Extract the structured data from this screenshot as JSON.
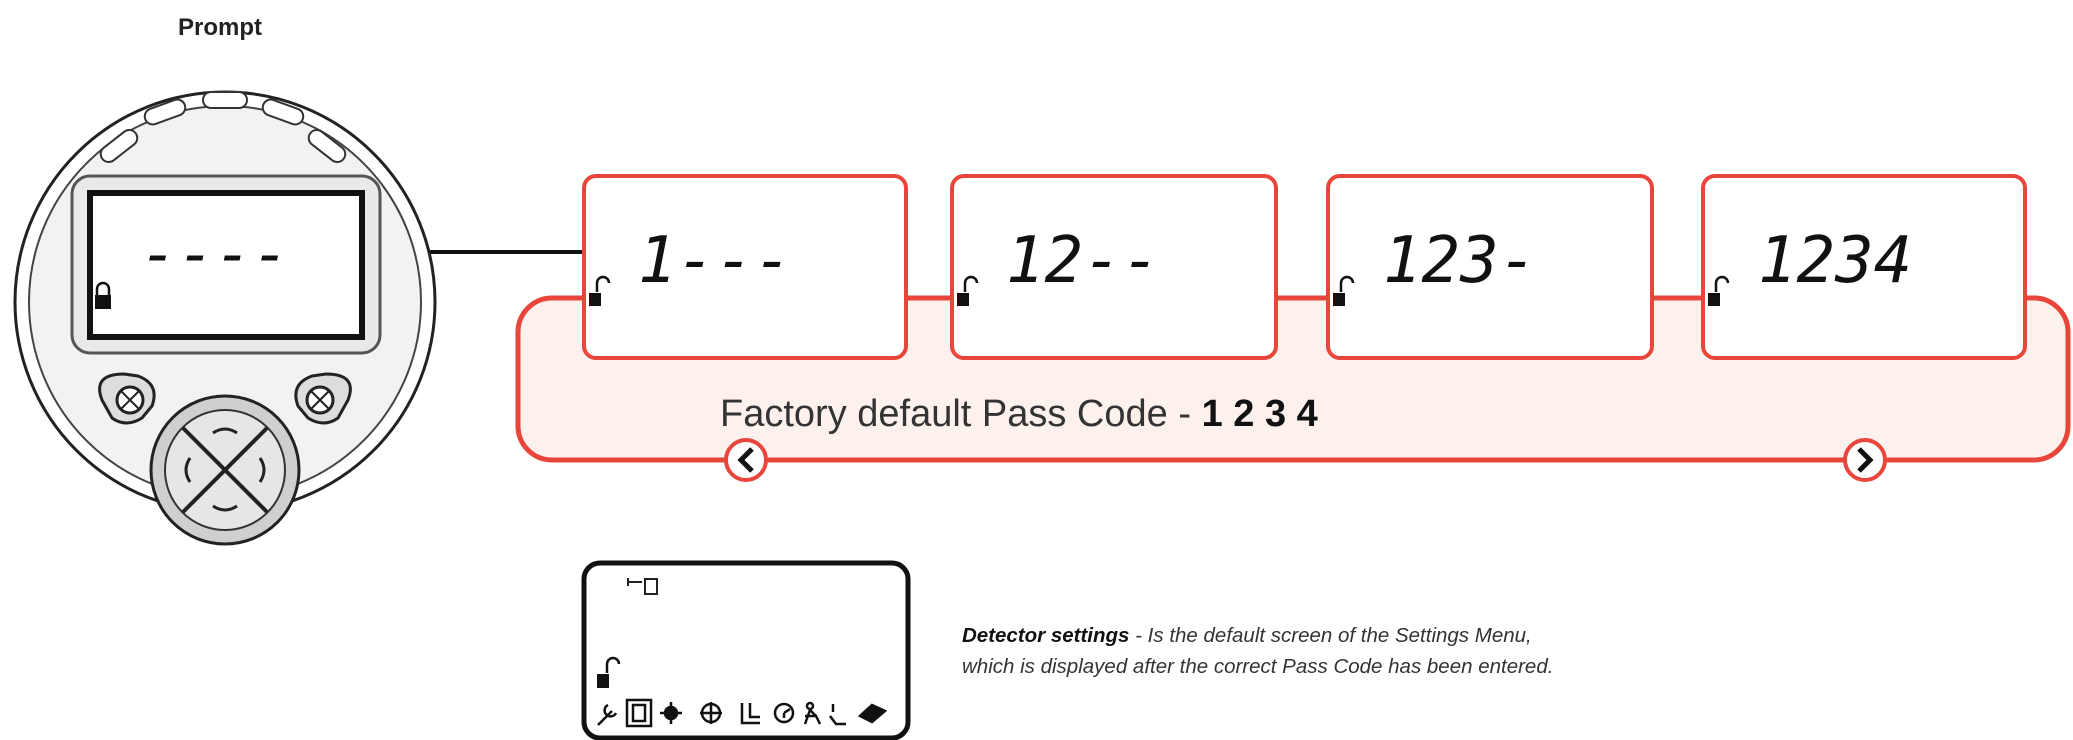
{
  "prompt_label": "Prompt",
  "device": {
    "display_text": "----",
    "lock_icon": "closed-padlock-icon"
  },
  "sequence": [
    {
      "display": "1---",
      "lock_icon": "open-padlock-icon"
    },
    {
      "display": "12--",
      "lock_icon": "open-padlock-icon"
    },
    {
      "display": "123-",
      "lock_icon": "open-padlock-icon"
    },
    {
      "display": "1234",
      "lock_icon": "open-padlock-icon"
    }
  ],
  "panel": {
    "caption_prefix": "Factory default Pass Code - ",
    "caption_code": "1 2 3 4",
    "nav_left_icon": "chevron-left-icon",
    "nav_right_icon": "chevron-right-icon"
  },
  "settings_screen": {
    "lock_icon": "open-padlock-icon",
    "menu_icons": [
      "wrench-icon",
      "detector-icon",
      "sun-icon",
      "crosshair-icon",
      "bracket-icon",
      "clock-icon",
      "person-icon",
      "level-icon",
      "bell-icon"
    ]
  },
  "description": {
    "title": "Detector settings",
    "text": " - Is the default screen of the Settings Menu,",
    "text2": "which is displayed after the correct Pass Code has been entered."
  },
  "colors": {
    "accent_red": "#e8463a",
    "panel_fill": "#fdf1ed",
    "outline": "#1a1a1a"
  }
}
